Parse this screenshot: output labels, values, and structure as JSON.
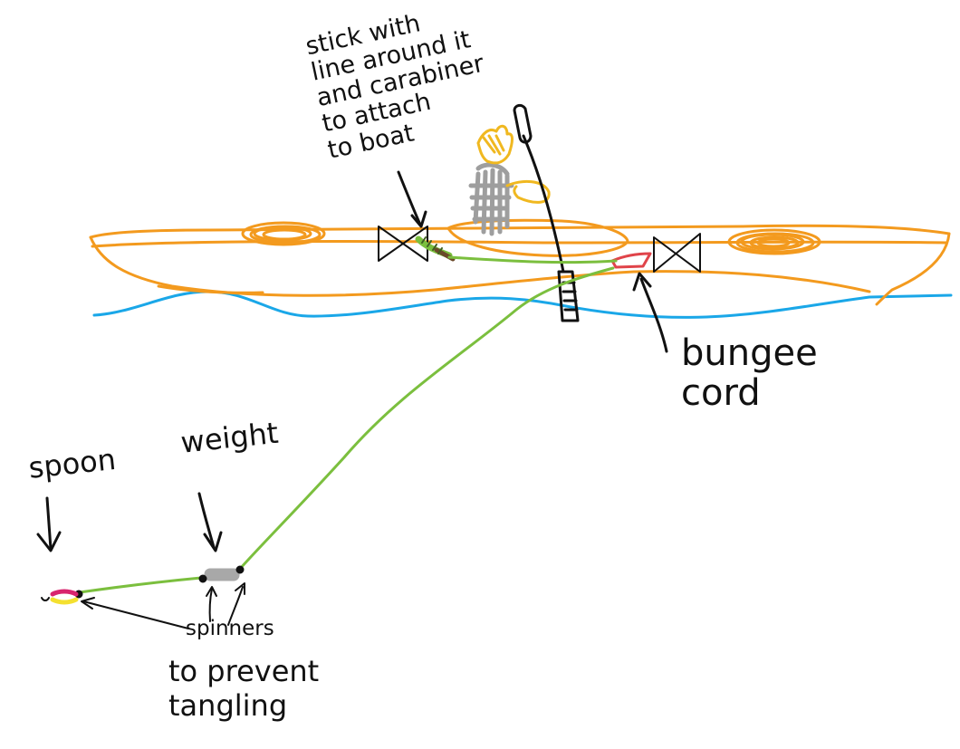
{
  "labels": {
    "stick": "stick with\nline around it\nand carabiner\nto attach\nto boat",
    "bungee": "bungee\ncord",
    "weight": "weight",
    "spoon": "spoon",
    "spinners": "spinners",
    "prevent": "to prevent\ntangling"
  },
  "colors": {
    "kayak": "#f39a1e",
    "water": "#1aa7e8",
    "fishing_line": "#7bbf3e",
    "bungee": "#e0444a",
    "paddler": "#9e9e9e",
    "hair": "#f0b820",
    "ink": "#111111",
    "weight": "#a8a8a8",
    "spoon_top": "#d8246e",
    "spoon_bottom": "#f4e030",
    "stick": "#6b4a2a"
  }
}
